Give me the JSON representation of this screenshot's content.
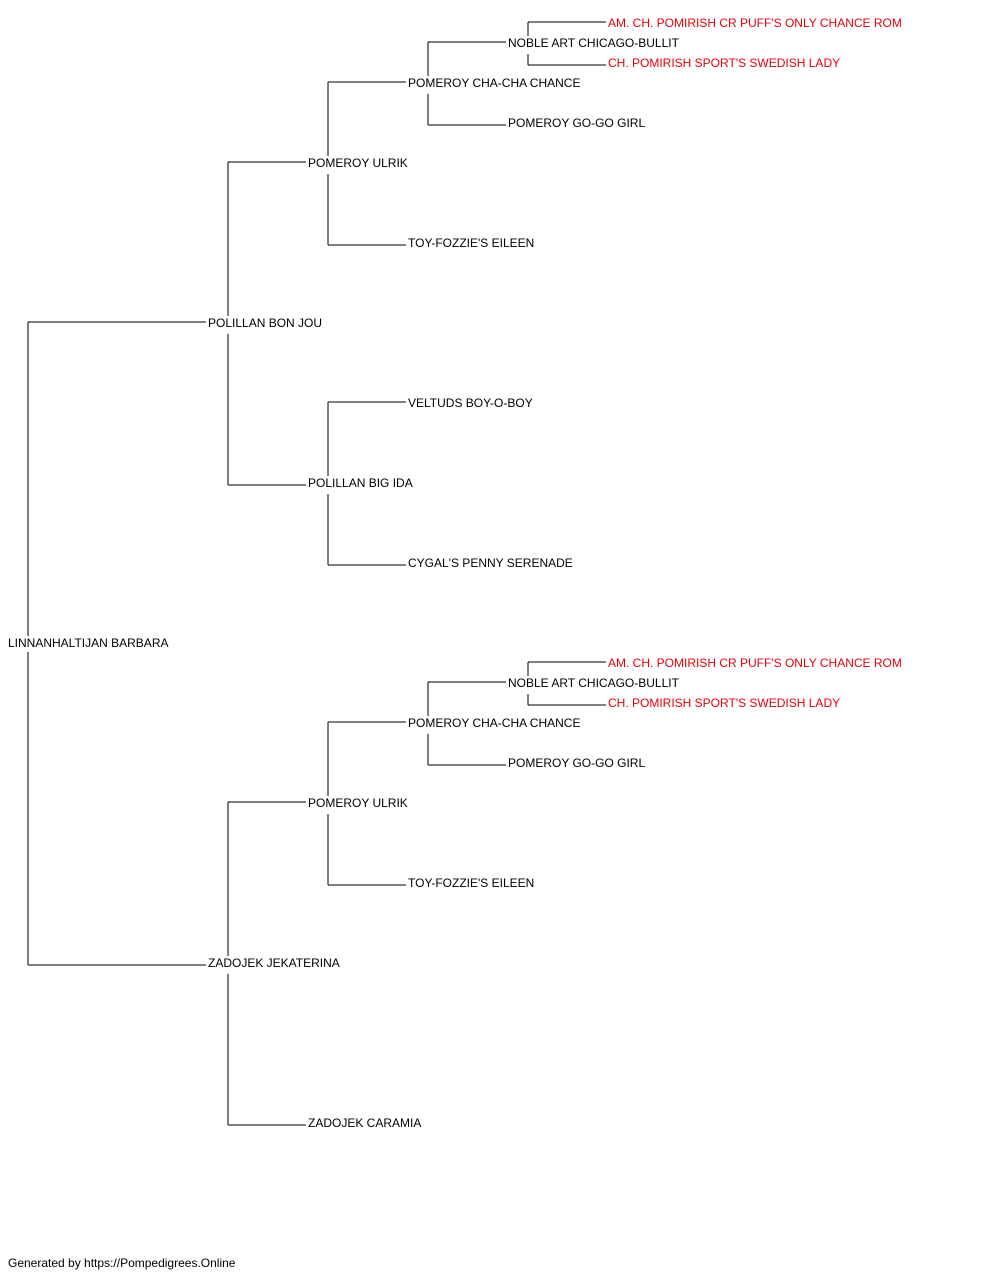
{
  "colors": {
    "normal": "#000000",
    "highlight": "#e8000b",
    "line": "#000000"
  },
  "pedigree": {
    "subject": "LINNANHALTIJAN BARBARA",
    "sire": {
      "name": "POLILLAN BON JOU",
      "sire": {
        "name": "POMEROY ULRIK",
        "sire": {
          "name": "POMEROY CHA-CHA CHANCE",
          "sire": {
            "name": "NOBLE ART CHICAGO-BULLIT",
            "sire": "AM. CH. POMIRISH CR PUFF'S ONLY CHANCE ROM",
            "dam": "CH. POMIRISH SPORT'S SWEDISH LADY"
          },
          "dam": "POMEROY GO-GO GIRL"
        },
        "dam": "TOY-FOZZIE'S EILEEN"
      },
      "dam": {
        "name": "POLILLAN BIG IDA",
        "sire": "VELTUDS BOY-O-BOY",
        "dam": "CYGAL'S PENNY SERENADE"
      }
    },
    "dam": {
      "name": "ZADOJEK JEKATERINA",
      "sire": {
        "name": "POMEROY ULRIK",
        "sire": {
          "name": "POMEROY CHA-CHA CHANCE",
          "sire": {
            "name": "NOBLE ART CHICAGO-BULLIT",
            "sire": "AM. CH. POMIRISH CR PUFF'S ONLY CHANCE ROM",
            "dam": "CH. POMIRISH SPORT'S SWEDISH LADY"
          },
          "dam": "POMEROY GO-GO GIRL"
        },
        "dam": "TOY-FOZZIE'S EILEEN"
      },
      "dam": "ZADOJEK CARAMIA"
    }
  },
  "highlighted_names": [
    "AM. CH. POMIRISH CR PUFF'S ONLY CHANCE ROM",
    "CH. POMIRISH SPORT'S SWEDISH LADY"
  ],
  "footer": "Generated by https://Pompedigrees.Online"
}
